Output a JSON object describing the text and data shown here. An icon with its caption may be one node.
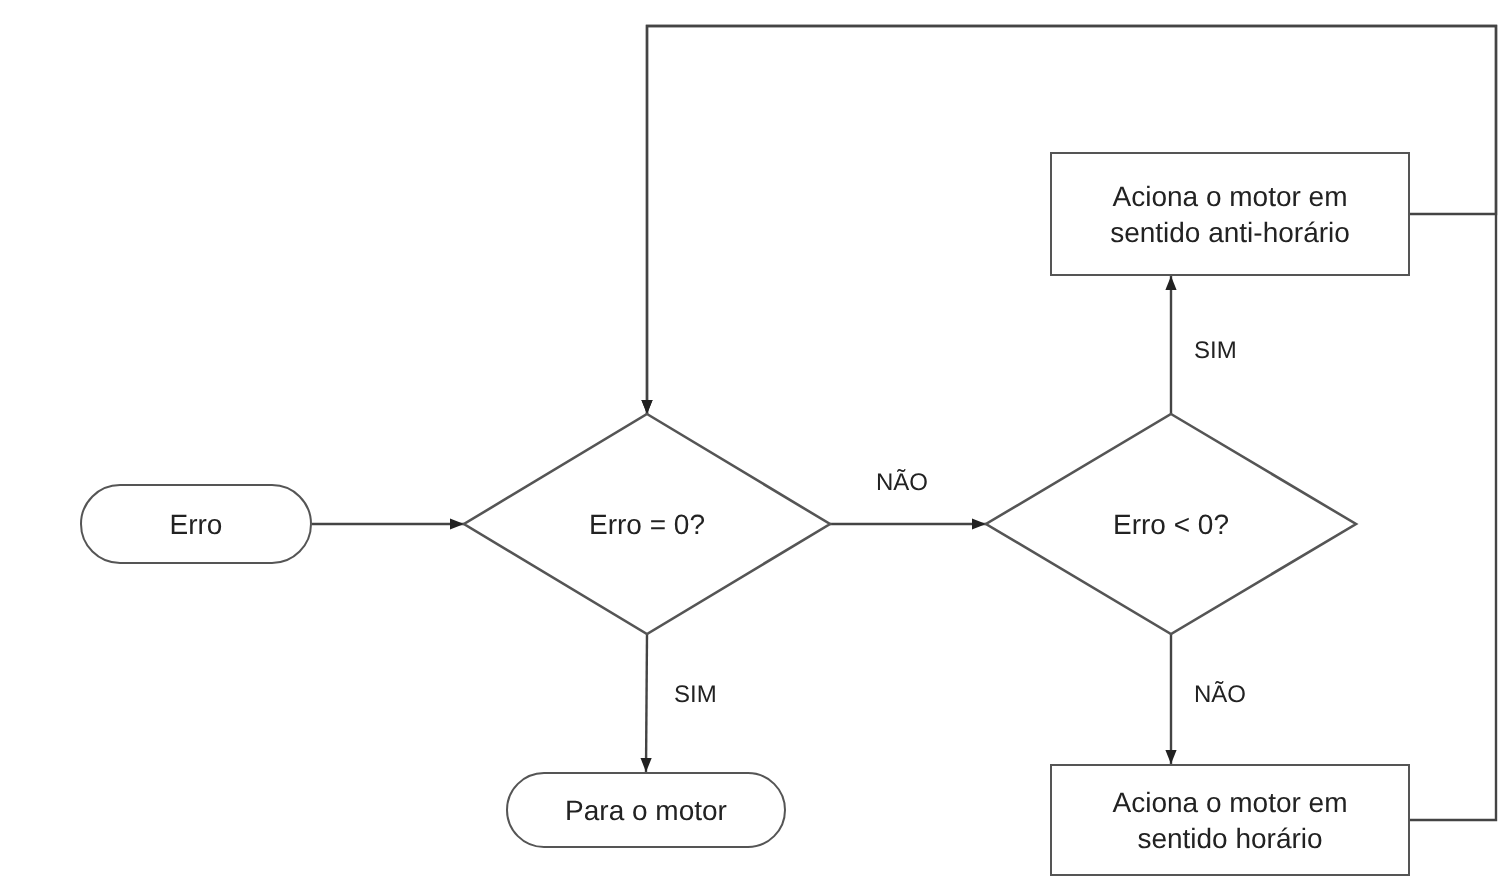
{
  "diagram": {
    "nodes": [
      {
        "text": [
          "Erro"
        ]
      },
      {
        "text": [
          "Erro = 0?"
        ]
      },
      {
        "text": [
          "Erro < 0?"
        ]
      },
      {
        "text": [
          "Aciona o motor em sentido anti-horário"
        ]
      },
      {
        "text": [
          "Para o motor"
        ]
      },
      {
        "text": [
          "Aciona o motor em sentido horário"
        ]
      }
    ],
    "edges": [
      {
        "from": 0,
        "to": 1,
        "arrow": "to"
      },
      {
        "from": 1,
        "to": 2,
        "arrow": "to",
        "label": "NÃO"
      },
      {
        "from": 1,
        "to": 4,
        "arrow": "to",
        "label": "SIM"
      },
      {
        "from": 2,
        "to": 3,
        "arrow": "to",
        "label": "SIM"
      },
      {
        "from": 2,
        "to": 5,
        "arrow": "to",
        "label": "NÃO"
      },
      {
        "from": 3,
        "to": 1,
        "arrow": "to"
      },
      {
        "from": 5,
        "to": 1,
        "arrow": "to"
      }
    ]
  }
}
